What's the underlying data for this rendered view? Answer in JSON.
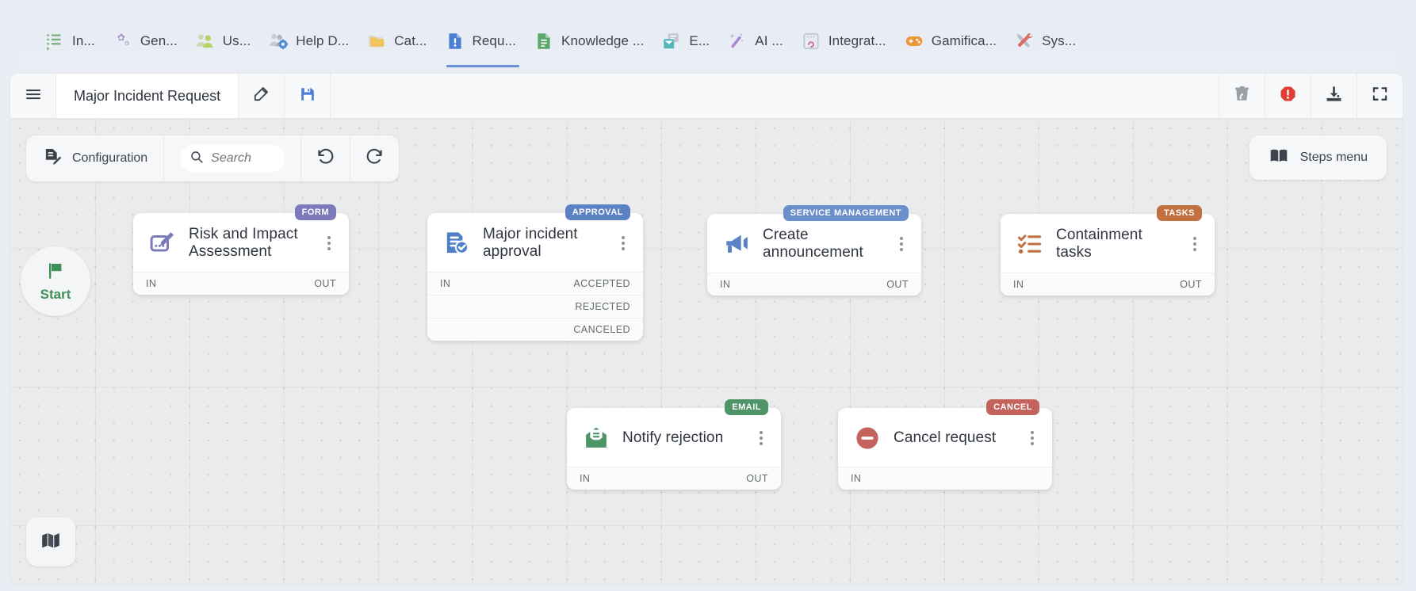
{
  "topnav": {
    "items": [
      {
        "label": "In...",
        "icon": "incidents-icon",
        "active": false
      },
      {
        "label": "Gen...",
        "icon": "general-settings-icon",
        "active": false
      },
      {
        "label": "Us...",
        "icon": "users-icon",
        "active": false
      },
      {
        "label": "Help D...",
        "icon": "help-desk-icon",
        "active": false
      },
      {
        "label": "Cat...",
        "icon": "catalog-folder-icon",
        "active": false
      },
      {
        "label": "Requ...",
        "icon": "requests-document-icon",
        "active": true
      },
      {
        "label": "Knowledge ...",
        "icon": "knowledge-base-icon",
        "active": false
      },
      {
        "label": "E...",
        "icon": "email-icon",
        "active": false
      },
      {
        "label": "AI ...",
        "icon": "ai-wand-icon",
        "active": false
      },
      {
        "label": "Integrat...",
        "icon": "integrations-icon",
        "active": false
      },
      {
        "label": "Gamifica...",
        "icon": "gamification-icon",
        "active": false
      },
      {
        "label": "Sys...",
        "icon": "system-tools-icon",
        "active": false
      }
    ]
  },
  "header": {
    "menu_icon": "hamburger-menu-icon",
    "title": "Major Incident Request",
    "edit_icon": "edit-pencil-icon",
    "save_icon": "save-disk-icon",
    "delete_icon": "delete-restore-icon",
    "error_icon": "error-alert-icon",
    "download_icon": "download-icon",
    "fullscreen_icon": "fullscreen-icon"
  },
  "toolbar": {
    "configuration_label": "Configuration",
    "configuration_icon": "configuration-document-icon",
    "search_placeholder": "Search",
    "search_value": "",
    "search_icon": "search-icon",
    "undo_icon": "undo-icon",
    "redo_icon": "redo-icon",
    "steps_menu_label": "Steps menu",
    "steps_menu_icon": "book-icon",
    "map_icon": "map-icon"
  },
  "canvas": {
    "start_label": "Start",
    "start_icon": "flag-icon",
    "nodes": [
      {
        "id": "risk-assessment",
        "title": "Risk and Impact Assessment",
        "badge": "FORM",
        "badge_color": "#7c7ab8",
        "icon": "form-edit-icon",
        "ports": [
          {
            "in": "IN",
            "out": "OUT"
          }
        ]
      },
      {
        "id": "major-incident-approval",
        "title": "Major incident approval",
        "badge": "APPROVAL",
        "badge_color": "#5b82c4",
        "icon": "approval-check-icon",
        "ports": [
          {
            "in": "IN",
            "out": "ACCEPTED"
          },
          {
            "in": "",
            "out": "REJECTED"
          },
          {
            "in": "",
            "out": "CANCELED"
          }
        ]
      },
      {
        "id": "create-announcement",
        "title": "Create announcement",
        "badge": "SERVICE MANAGEMENT",
        "badge_color": "#6b8fcb",
        "icon": "megaphone-icon",
        "ports": [
          {
            "in": "IN",
            "out": "OUT"
          }
        ]
      },
      {
        "id": "containment-tasks",
        "title": "Containment tasks",
        "badge": "TASKS",
        "badge_color": "#c1703f",
        "icon": "checklist-icon",
        "ports": [
          {
            "in": "IN",
            "out": "OUT"
          }
        ]
      },
      {
        "id": "notify-rejection",
        "title": "Notify rejection",
        "badge": "EMAIL",
        "badge_color": "#4f9468",
        "icon": "mail-open-icon",
        "ports": [
          {
            "in": "IN",
            "out": "OUT"
          }
        ]
      },
      {
        "id": "cancel-request",
        "title": "Cancel request",
        "badge": "CANCEL",
        "badge_color": "#c4635c",
        "icon": "cancel-minus-icon",
        "ports": [
          {
            "in": "IN",
            "out": ""
          }
        ]
      }
    ]
  }
}
